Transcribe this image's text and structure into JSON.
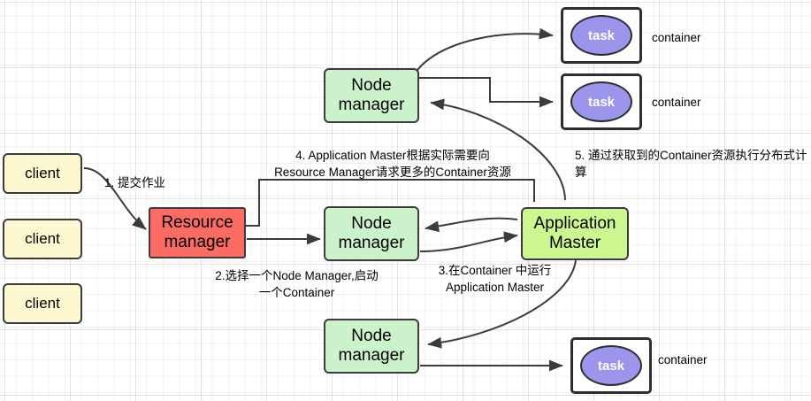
{
  "diagram": {
    "title": "YARN job submission flow",
    "colors": {
      "client_fill": "#fdf8cf",
      "resource_manager_fill": "#fc6c64",
      "node_manager_fill": "#ccf2cc",
      "application_master_fill": "#ccf68f",
      "task_fill": "#9b96ec",
      "container_fill": "#ffffff",
      "stroke": "#3b3b3b",
      "grid": "#e8e8e8"
    },
    "clients": [
      {
        "label": "client"
      },
      {
        "label": "client"
      },
      {
        "label": "client"
      }
    ],
    "resource_manager": {
      "label": "Resource\nmanager"
    },
    "node_managers": [
      {
        "label": "Node\nmanager"
      },
      {
        "label": "Node\nmanager"
      },
      {
        "label": "Node\nmanager"
      }
    ],
    "application_master": {
      "label": "Application\nMaster"
    },
    "containers": [
      {
        "task_label": "task",
        "caption": "container"
      },
      {
        "task_label": "task",
        "caption": "container"
      },
      {
        "task_label": "task",
        "caption": "container"
      }
    ],
    "annotations": [
      {
        "id": "step1",
        "text": "1. 提交作业"
      },
      {
        "id": "step2",
        "text": "2.选择一个Node Manager,启动\n一个Container"
      },
      {
        "id": "step3",
        "text": "3.在Container 中运行\nApplication Master"
      },
      {
        "id": "step4",
        "text": "4. Application Master根据实际需要向\nResource Manager请求更多的Container资源"
      },
      {
        "id": "step5",
        "text": "5. 通过获取到的Container资源执行分布式计算"
      }
    ]
  }
}
